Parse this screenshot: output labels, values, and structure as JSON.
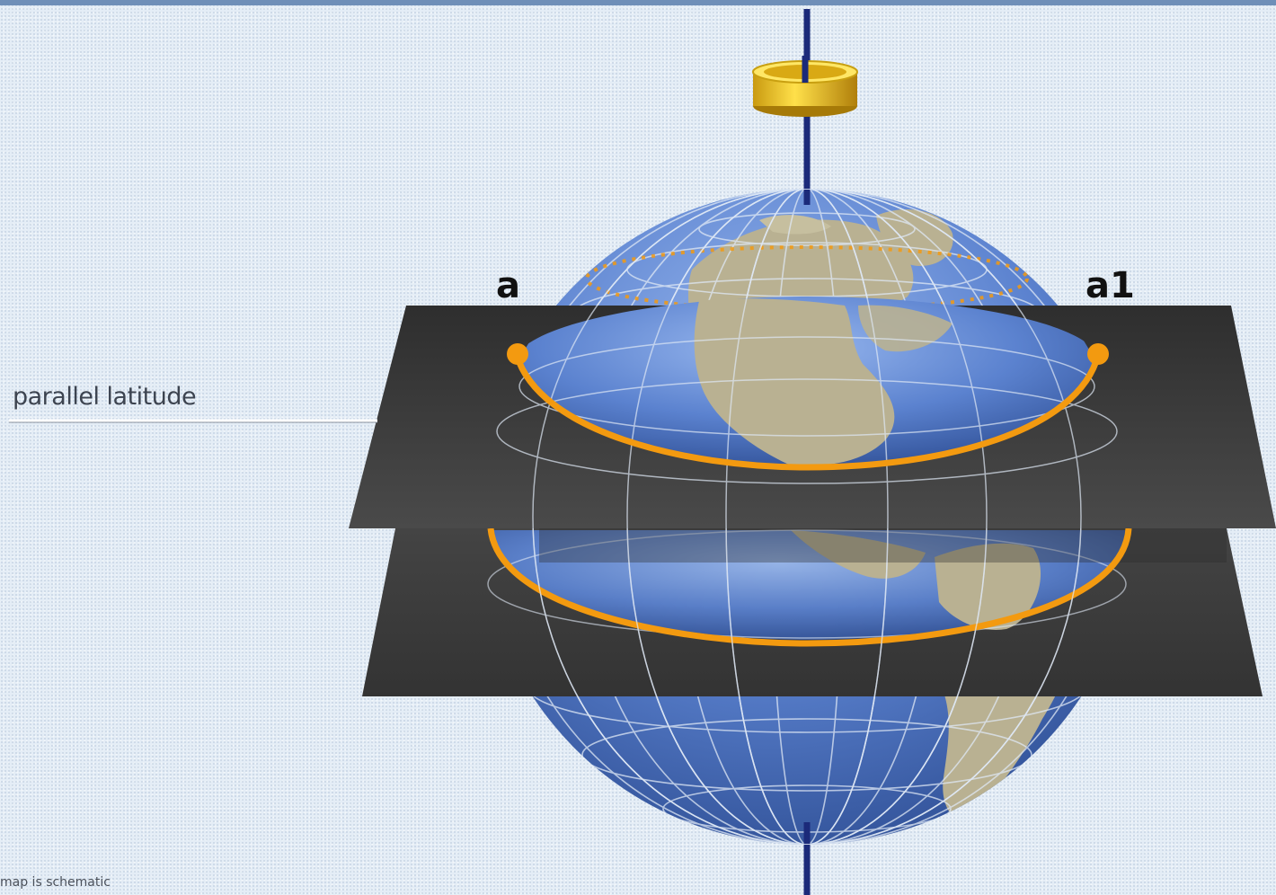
{
  "labels": {
    "point_a": "a",
    "point_a1": "a1",
    "callout": "parallel latitude",
    "note": "map is schematic"
  },
  "colors": {
    "background": "#e4edf6",
    "axis": "#1b2a7a",
    "planes": "#3a3a3a",
    "parallel_circle": "#f39a10",
    "ocean": "#5b82cf",
    "land": "#b9b192",
    "graticule": "#dfe8f5",
    "collar": "#f2c21a"
  },
  "icons": {
    "collar": "axis-collar-icon",
    "globe": "globe-icon"
  }
}
